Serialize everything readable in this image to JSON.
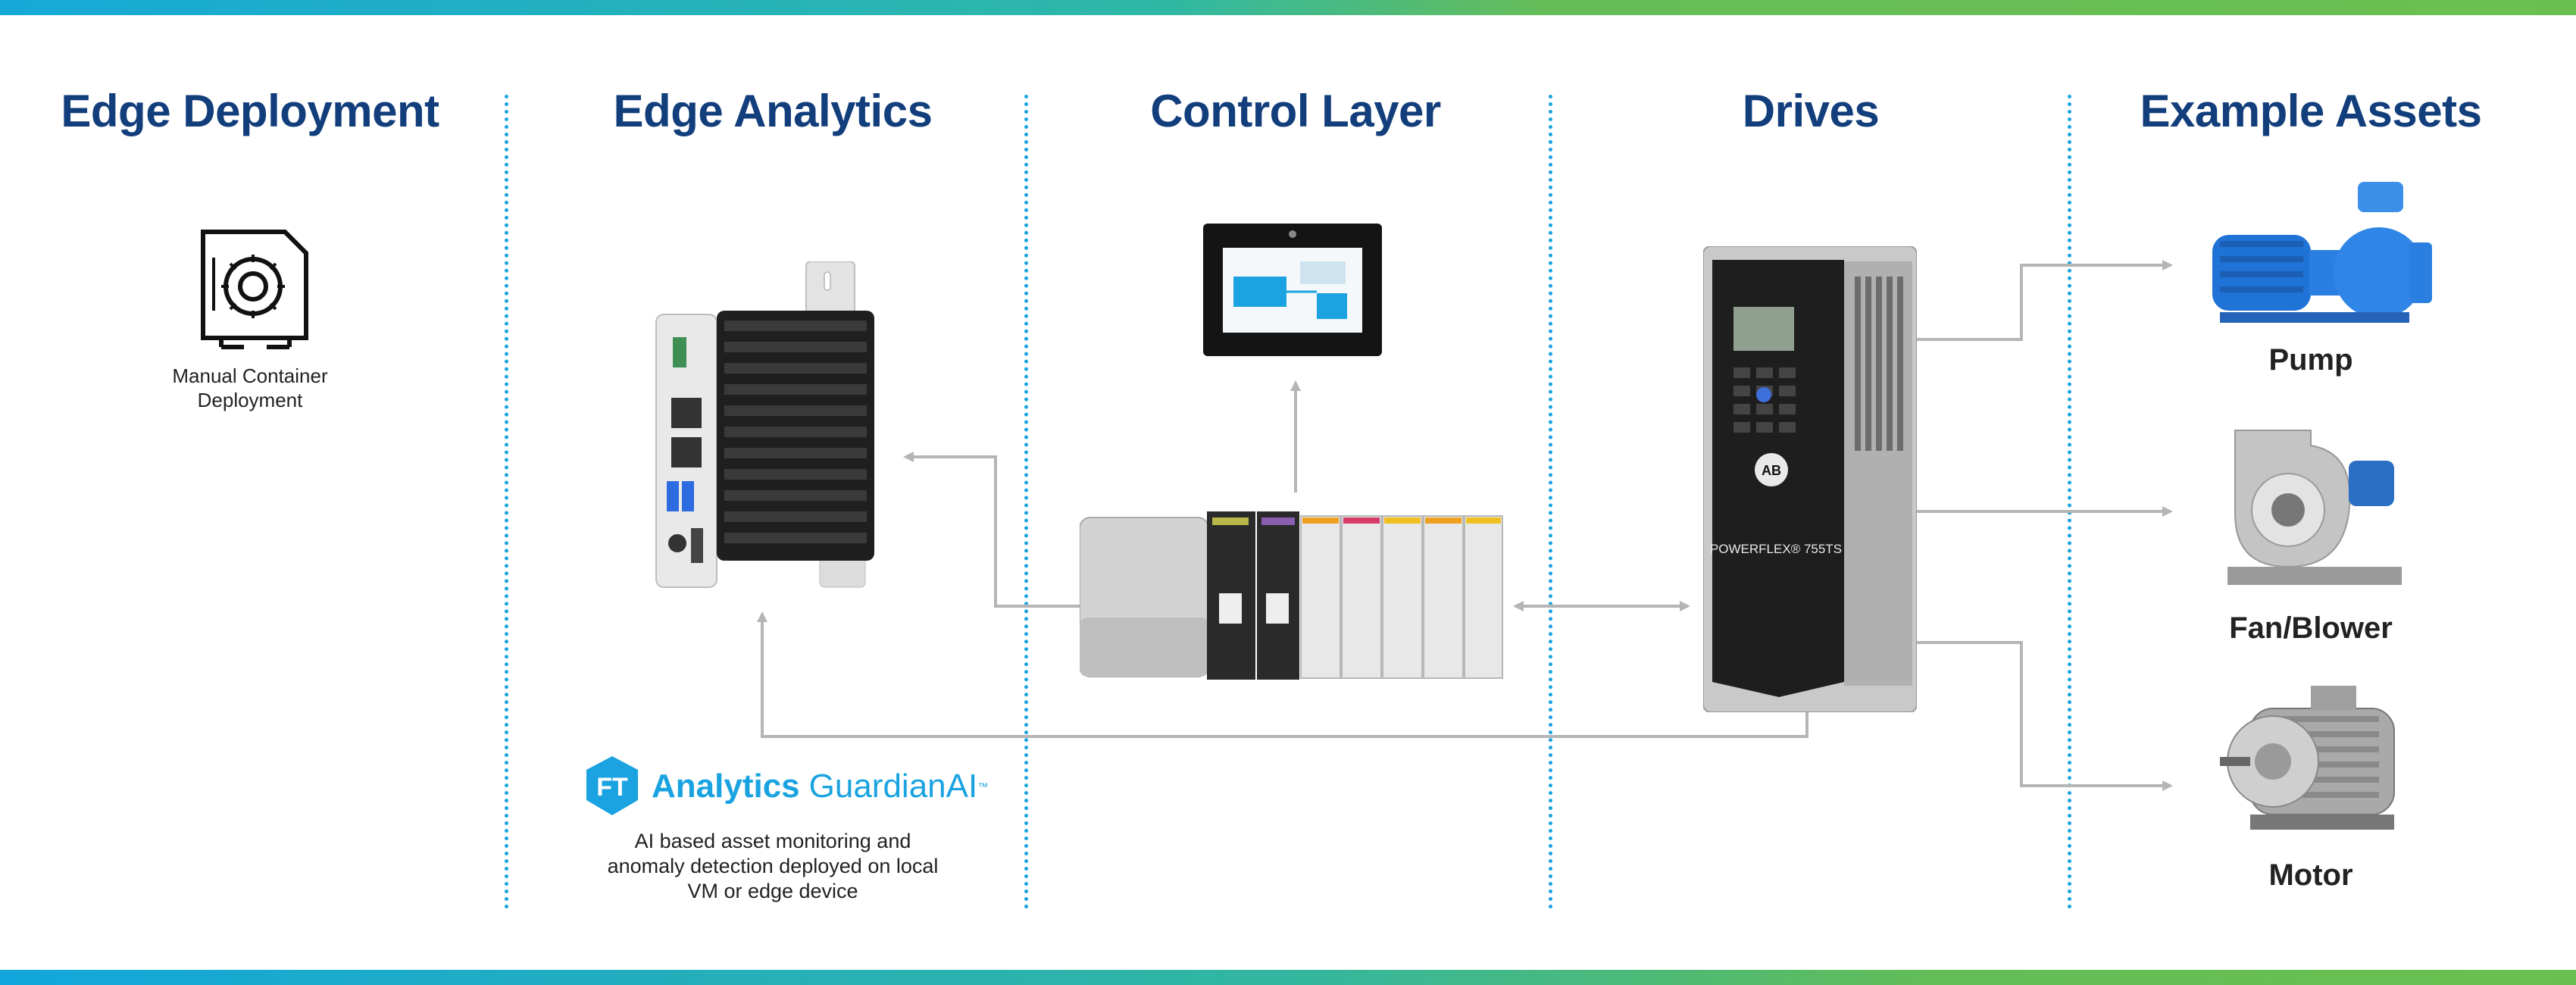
{
  "columns": {
    "edge_deployment": "Edge Deployment",
    "edge_analytics": "Edge Analytics",
    "control_layer": "Control Layer",
    "drives": "Drives",
    "example_assets": "Example Assets"
  },
  "deployment": {
    "caption_line1": "Manual Container",
    "caption_line2": "Deployment"
  },
  "analytics": {
    "logo_badge": "FT",
    "product_bold": "Analytics",
    "product_light": "GuardianAI",
    "trademark": "™",
    "desc_line1": "AI based asset monitoring and",
    "desc_line2": "anomaly detection deployed on local",
    "desc_line3": "VM or edge device"
  },
  "drive": {
    "model_label": "POWERFLEX® 755TS",
    "brand_badge": "AB"
  },
  "assets": [
    {
      "label": "Pump"
    },
    {
      "label": "Fan/Blower"
    },
    {
      "label": "Motor"
    }
  ],
  "colors": {
    "title": "#123e7c",
    "divider": "#1aa3e0",
    "accent": "#1aa3e0",
    "connector": "#b5b5b5"
  },
  "icons": [
    "container-deployment-icon",
    "ft-logo-icon"
  ]
}
